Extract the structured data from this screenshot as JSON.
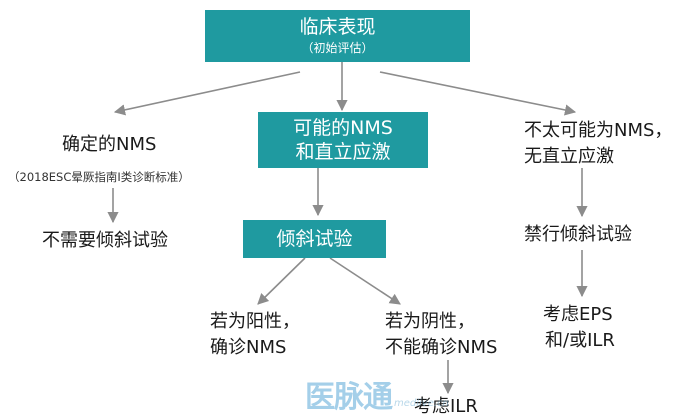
{
  "boxes": {
    "top_title": "临床表现",
    "top_sub": "（初始评估）",
    "middle_line1": "可能的NMS",
    "middle_line2": "和直立应激",
    "tilt": "倾斜试验"
  },
  "left": {
    "title": "确定的NMS",
    "note": "（2018ESC晕厥指南I类诊断标准）",
    "result": "不需要倾斜试验"
  },
  "right": {
    "line1": "不太可能为NMS，",
    "line2": "无直立应激",
    "result": "禁行倾斜试验",
    "next1": "考虑EPS",
    "next2": "和/或ILR"
  },
  "positive": {
    "line1": "若为阳性，",
    "line2": "确诊NMS"
  },
  "negative": {
    "line1": "若为阴性，",
    "line2": "不能确诊NMS",
    "next": "考虑ILR"
  },
  "watermark": {
    "logo": "医脉通",
    "url": "medlive.cn"
  },
  "colors": {
    "box": "#1f9aa0",
    "arrow": "#8c8c8c"
  }
}
